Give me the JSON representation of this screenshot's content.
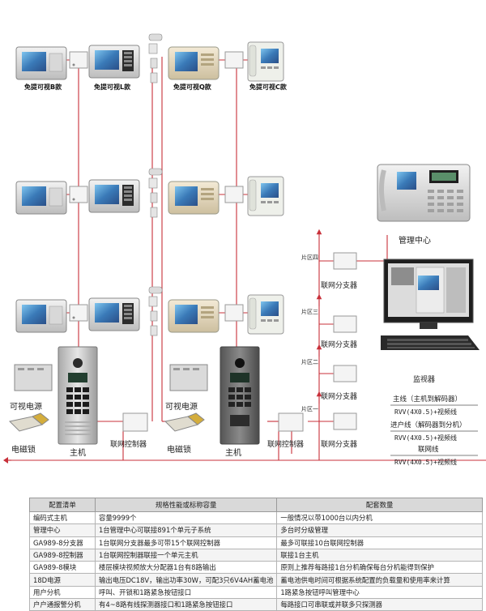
{
  "diagram": {
    "model_labels": [
      "免提可视B款",
      "免提可视L款",
      "免提可视Q款",
      "免提可视C款"
    ],
    "management_center": "管理中心",
    "monitor": "监视器",
    "zones": [
      "片区四",
      "片区三",
      "片区二",
      "片区一"
    ],
    "network_splitter": "联网分支器",
    "video_power": "可视电源",
    "magnetic_lock": "电磁锁",
    "host": "主机",
    "network_controller": "联网控制器",
    "legend": {
      "main_line": "主线（主机到解码器）",
      "main_line_spec": "RVV(4X0.5)+视频线",
      "incoming_line": "进户线（解码器到分机）",
      "incoming_line_spec": "RVV(4X0.5)+视频线",
      "network_line": "联网线",
      "network_line_spec": "RVV(4X0.5)+视频线"
    },
    "colors": {
      "wire": "#c8303a",
      "panel": "#c9c9c9",
      "screen": "#3a7ab8"
    }
  },
  "table": {
    "headers": [
      "配置清单",
      "规格性能或标称容量",
      "配套数量"
    ],
    "rows": [
      [
        "编码式主机",
        "容量9999个",
        "一般情况以带1000台以内分机"
      ],
      [
        "管理中心",
        "1台管理中心可联接891个单元子系统",
        "多台时分级管理"
      ],
      [
        "GA989-8分支器",
        "1台联网分支器最多可带15个联网控制器",
        "最多可联接10台联网控制器"
      ],
      [
        "GA989-8控制器",
        "1台联网控制器联接一个单元主机",
        "联接1台主机"
      ],
      [
        "GA989-8模块",
        "楼层模块视频放大分配器1台有8路输出",
        "原则上推荐每路接1台分机确保每台分机能得到保护"
      ],
      [
        "18D电源",
        "输出电压DC18V，输出功率30W，可配3只6V4AH蓄电池",
        "蓄电池供电时间可根据系统配置的负载量和使用率来计算"
      ],
      [
        "用户分机",
        "呼叫、开锁和1路紧急按钮接口",
        "1路紧急按钮呼叫管理中心"
      ],
      [
        "户户通报警分机",
        "有4~8路有线探测器接口和1路紧急按钮接口",
        "每路接口可串联或并联多只探测器"
      ]
    ]
  }
}
